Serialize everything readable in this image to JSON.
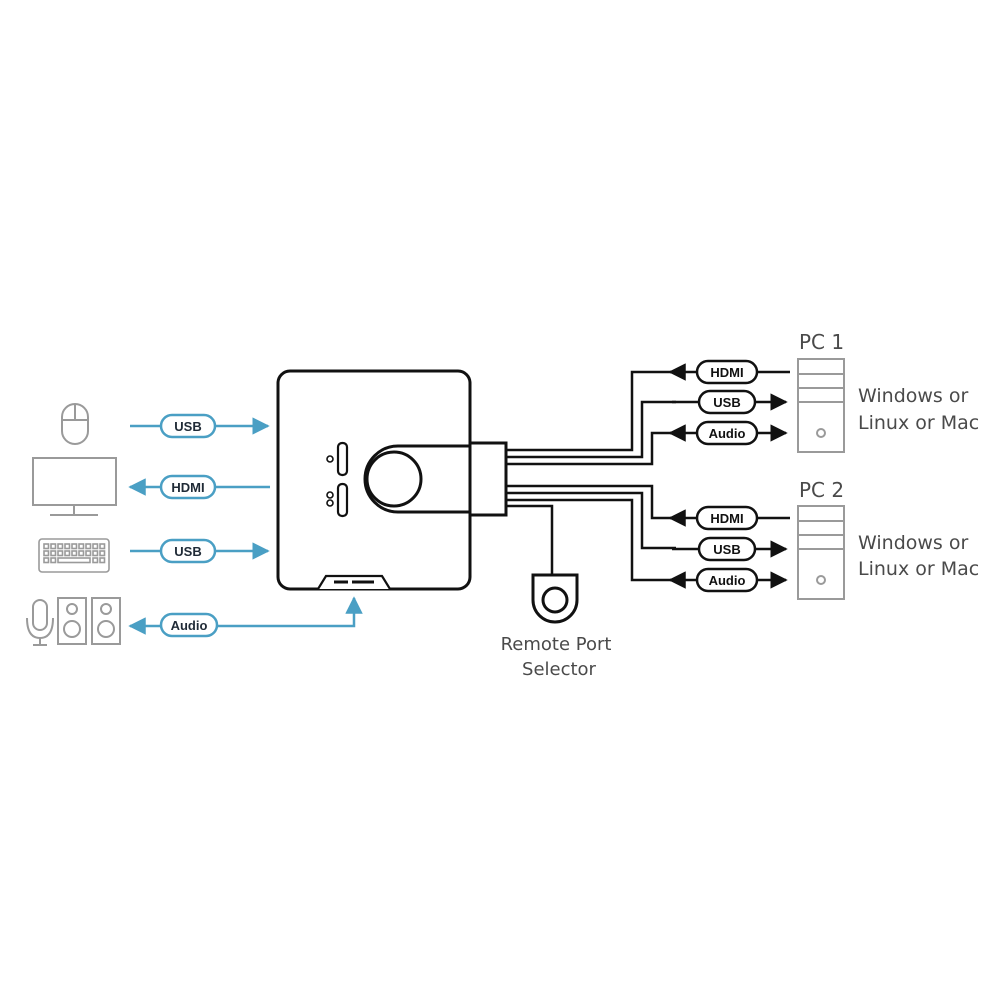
{
  "colors": {
    "blue_line": "#4a9fc4",
    "dark_line": "#111111",
    "gray_icon": "#9a9a9a",
    "text": "#4a4a4a"
  },
  "left_connections": [
    {
      "label": "USB",
      "direction": "to-switch",
      "device": "mouse-icon"
    },
    {
      "label": "HDMI",
      "direction": "to-device",
      "device": "monitor-icon"
    },
    {
      "label": "USB",
      "direction": "to-switch",
      "device": "keyboard-icon"
    },
    {
      "label": "Audio",
      "direction": "to-device",
      "device": "speakers-mic-icon"
    }
  ],
  "pc1": {
    "title": "PC 1",
    "os_line1": "Windows or",
    "os_line2": "Linux or Mac",
    "cables": [
      {
        "label": "HDMI",
        "direction": "to-switch"
      },
      {
        "label": "USB",
        "direction": "to-pc"
      },
      {
        "label": "Audio",
        "direction": "both"
      }
    ]
  },
  "pc2": {
    "title": "PC 2",
    "os_line1": "Windows or",
    "os_line2": "Linux or Mac",
    "cables": [
      {
        "label": "HDMI",
        "direction": "to-switch"
      },
      {
        "label": "USB",
        "direction": "to-pc"
      },
      {
        "label": "Audio",
        "direction": "both"
      }
    ]
  },
  "remote": {
    "line1": "Remote Port",
    "line2": "Selector"
  }
}
